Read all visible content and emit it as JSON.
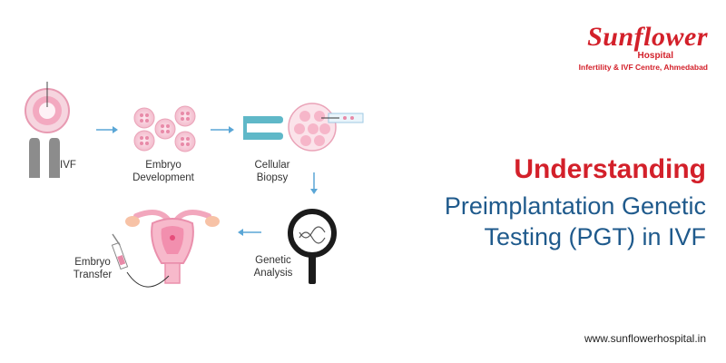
{
  "logo": {
    "name": "Sunflower",
    "hospital": "Hospital",
    "tagline": "Infertility & IVF Centre, Ahmedabad"
  },
  "steps": {
    "ivf": "IVF",
    "embryo_dev_line1": "Embryo",
    "embryo_dev_line2": "Development",
    "biopsy_line1": "Cellular",
    "biopsy_line2": "Biopsy",
    "analysis_line1": "Genetic",
    "analysis_line2": "Analysis",
    "transfer_line1": "Embryo",
    "transfer_line2": "Transfer"
  },
  "title": {
    "line1": "Understanding",
    "line2": "Preimplantation Genetic",
    "line3": "Testing (PGT) in IVF"
  },
  "website": "www.sunflowerhospital.in",
  "colors": {
    "brand_red": "#d3202a",
    "title_blue": "#1f5a8c",
    "arrow_blue": "#5aa6d6",
    "cell_pink": "#f2a7bd"
  }
}
